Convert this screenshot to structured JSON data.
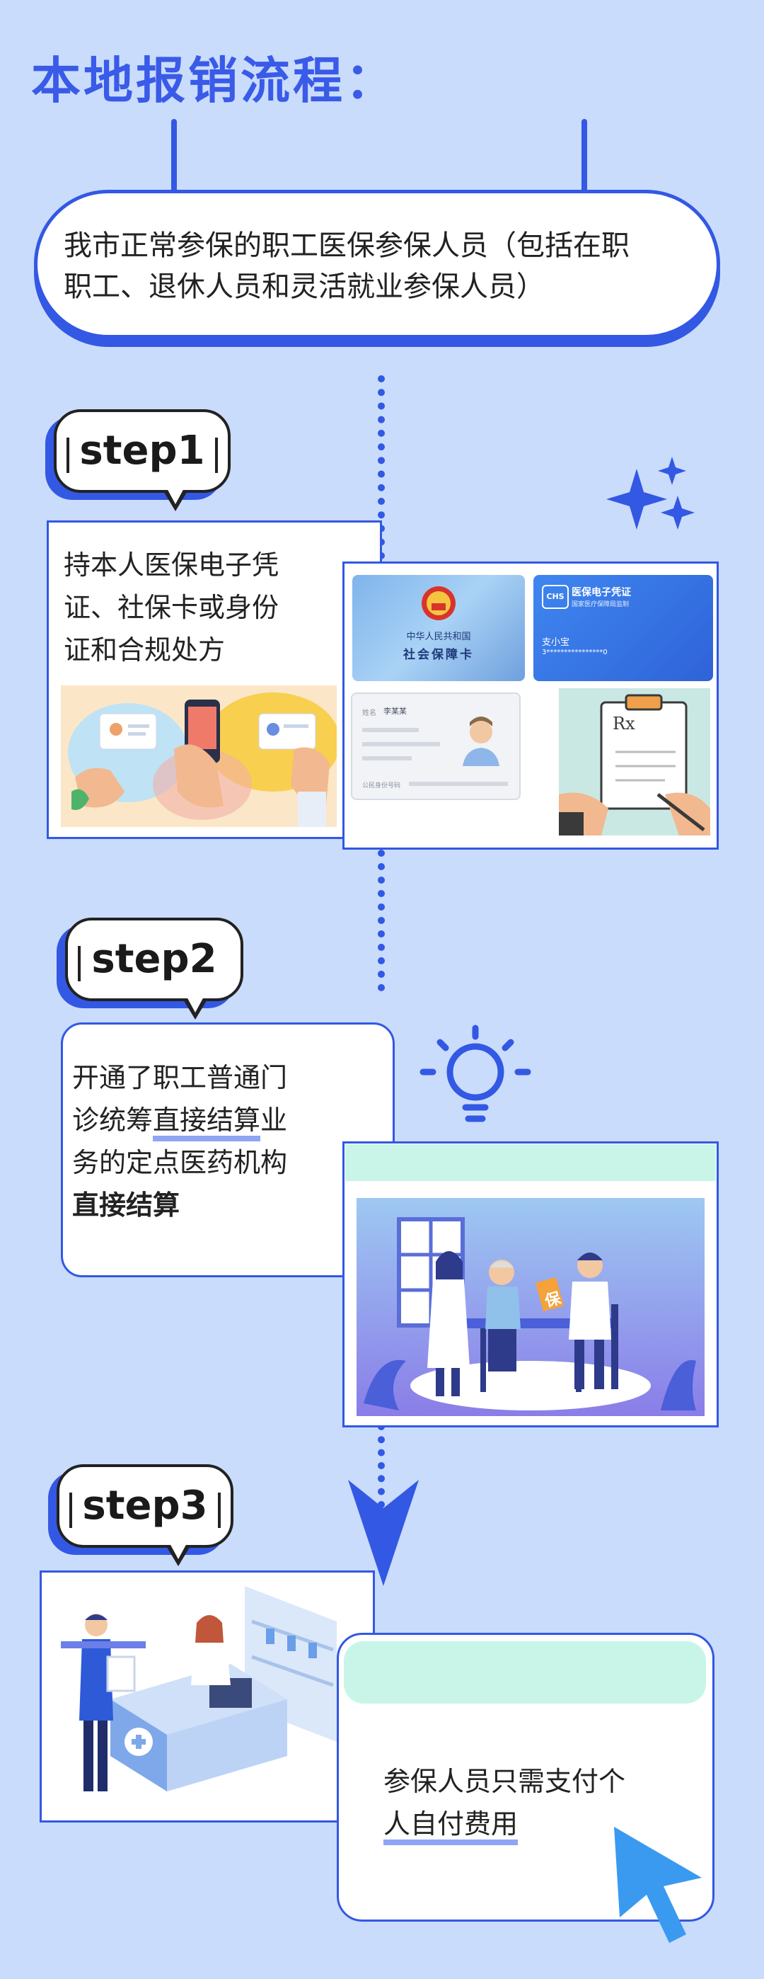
{
  "title": "本地报销流程：",
  "intro": {
    "text_line1": "我市正常参保的职工医保参保人员（包括在职",
    "text_line2": "职工、退休人员和灵活就业参保人员）"
  },
  "step1": {
    "label": "step1",
    "text_line1": "持本人医保电子凭",
    "text_line2": "证、社保卡或身份",
    "text_line3": "证和合规处方",
    "social_card": {
      "line1": "中华人民共和国",
      "line2": "社会保障卡"
    },
    "ehealth_card": {
      "logo": "CHS",
      "title": "医保电子凭证",
      "subtitle": "国家医疗保障局监制",
      "name": "支小宝",
      "number": "3****************0"
    },
    "id_card": {
      "name_label": "姓名",
      "name_value": "李某某",
      "number_label": "公民身份号码"
    },
    "prescription": {
      "rx": "Rx"
    }
  },
  "step2": {
    "label": "step2",
    "text_line1": "开通了职工普通门",
    "text_line2_a": "诊统筹",
    "text_line2_b": "直接结算",
    "text_line2_c": "业",
    "text_line3": "务的定点医药机构",
    "text_line4": "直接结算",
    "badge": "保"
  },
  "step3": {
    "label": "step3",
    "text_line1": "参保人员只需支付个",
    "text_line2": "人自付费用"
  },
  "colors": {
    "primary": "#3358e4",
    "background": "#c9dcfb",
    "mint": "#c8f5e8",
    "underline": "#8fa4f5"
  },
  "icons": [
    "sparkle-icon",
    "lightbulb-icon",
    "arrow-down-icon",
    "cursor-icon"
  ]
}
